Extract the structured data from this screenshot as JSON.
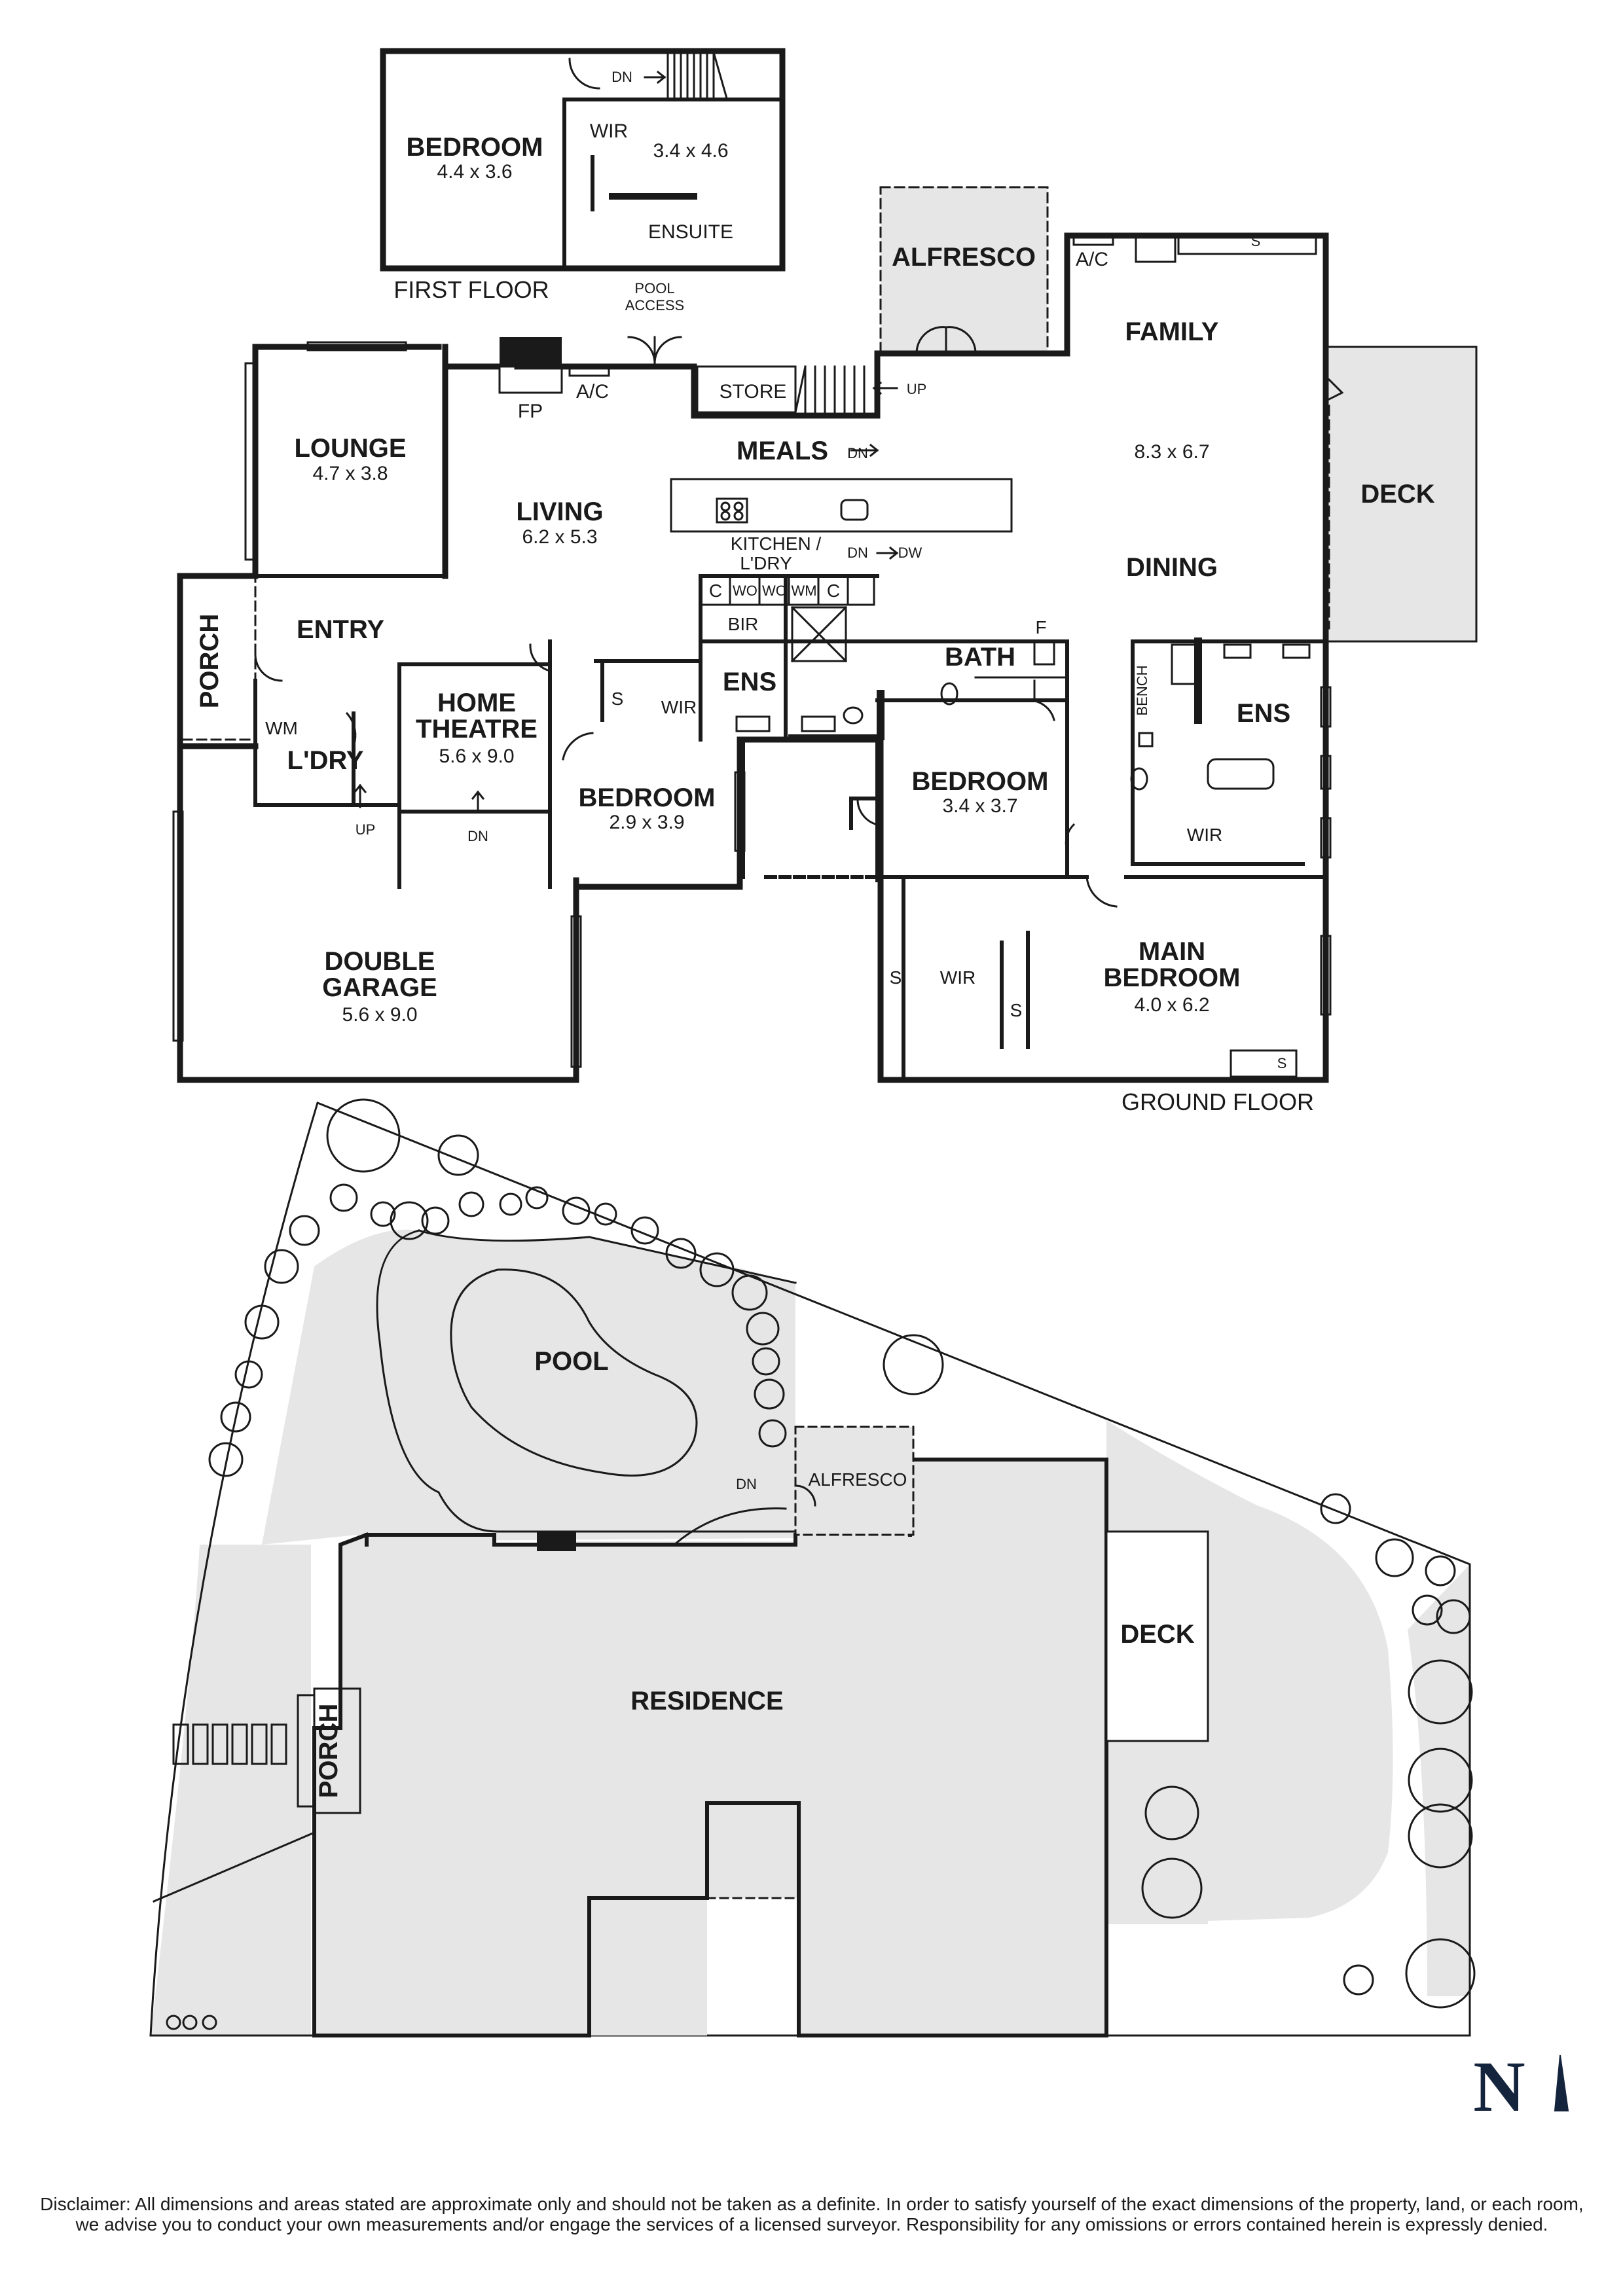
{
  "labels": {
    "first_floor": "FIRST FLOOR",
    "ground_floor": "GROUND FLOOR",
    "north": "N"
  },
  "first_floor": {
    "bedroom": {
      "name": "BEDROOM",
      "dim": "4.4 x 3.6"
    },
    "wir": {
      "name": "WIR",
      "dim": "3.4 x 4.6"
    },
    "ensuite": "ENSUITE",
    "dn": "DN"
  },
  "ground_floor": {
    "alfresco": "ALFRESCO",
    "ac": "A/C",
    "family": {
      "name": "FAMILY",
      "dim": "8.3 x 6.7"
    },
    "dining": "DINING",
    "deck": "DECK",
    "pool_access": [
      "POOL",
      "ACCESS"
    ],
    "store": "STORE",
    "up": "UP",
    "meals": "MEALS",
    "dn": "DN",
    "fp": "FP",
    "lounge": {
      "name": "LOUNGE",
      "dim": "4.7 x 3.8"
    },
    "living": {
      "name": "LIVING",
      "dim": "6.2 x 5.3"
    },
    "kitchen": [
      "KITCHEN /",
      "L'DRY"
    ],
    "dw": "DW",
    "c": "C",
    "wo": "WO",
    "wm": "WM",
    "bir": "BIR",
    "ens": "ENS",
    "bath": "BATH",
    "f": "F",
    "porch": "PORCH",
    "entry": "ENTRY",
    "ldry": "L'DRY",
    "home_theatre": {
      "name": [
        "HOME",
        "THEATRE"
      ],
      "dim": "5.6 x 9.0"
    },
    "s": "S",
    "wir": "WIR",
    "bedroom2": {
      "name": "BEDROOM",
      "dim": "2.9 x 3.9"
    },
    "bedroom3": {
      "name": "BEDROOM",
      "dim": "3.4 x 3.7"
    },
    "bench": "BENCH",
    "double_garage": {
      "name": [
        "DOUBLE",
        "GARAGE"
      ],
      "dim": "5.6 x 9.0"
    },
    "main_bedroom": {
      "name": [
        "MAIN",
        "BEDROOM"
      ],
      "dim": "4.0 x 6.2"
    }
  },
  "site_plan": {
    "pool": "POOL",
    "alfresco": "ALFRESCO",
    "dn": "DN",
    "residence": "RESIDENCE",
    "deck": "DECK",
    "porch": "PORCH"
  },
  "disclaimer": "Disclaimer: All dimensions and areas stated are approximate only and should not be taken as a definite. In order to satisfy yourself of the exact dimensions of the property, land, or each room, we advise you to conduct your own measurements and/or engage the services of a licensed surveyor. Responsibility for any omissions or errors contained herein is expressly denied.",
  "colors": {
    "wall": "#1a1a1a",
    "shade": "#e6e6e6",
    "north": "#15243d"
  }
}
